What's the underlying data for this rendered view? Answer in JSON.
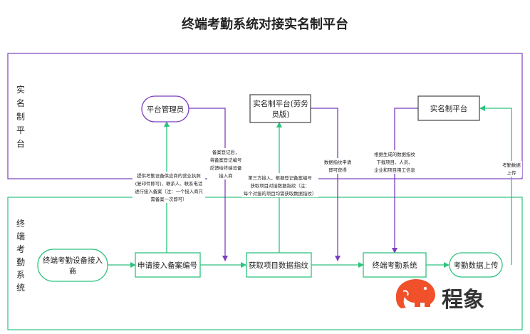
{
  "title": "终端考勤系统对接实名制平台",
  "lanes": {
    "top": [
      "实",
      "名",
      "制",
      "平",
      "台"
    ],
    "bottom": [
      "终",
      "端",
      "考",
      "勤",
      "系",
      "统"
    ]
  },
  "nodes": {
    "platform_admin": "平台管理员",
    "realname_ministry": [
      "实名制平台(劳务",
      "员版)"
    ],
    "realname_platform": "实名制平台",
    "vendor": [
      "终端考勤设备接入",
      "商"
    ],
    "apply_code": "申请接入备案编号",
    "get_fingerprint": "获取项目数据指纹",
    "terminal_system": "终端考勤系统",
    "upload": "考勤数据上传"
  },
  "notes": {
    "vendor_info": [
      "提供考勤设备供应商的营业执照",
      "(复印件即可)、联系人、联系电话",
      "进行接入备案（注：一个接入商只",
      "需备案一次即可）"
    ],
    "admin_reply": [
      "备案登记后，",
      "将备案登记编号",
      "反馈给终端设备",
      "接入商"
    ],
    "third_party": [
      "第三方接入，根据登记备案编号",
      "获取项目对接数据指纹（注：",
      "每个对接的项目均需获取数据指纹）"
    ],
    "fingerprint_apply": [
      "数据指纹申请",
      "即可获得"
    ],
    "generate": [
      "根据生成的数据指纹",
      "下载项目、人员、",
      "企业和项目用工信息"
    ],
    "upload_note": [
      "考勤数据",
      "上传"
    ]
  },
  "brand": {
    "name": "程象"
  },
  "colors": {
    "top_lane": "#7c3fbf",
    "bottom_lane": "#2ec27e",
    "brand": "#f0512a"
  }
}
